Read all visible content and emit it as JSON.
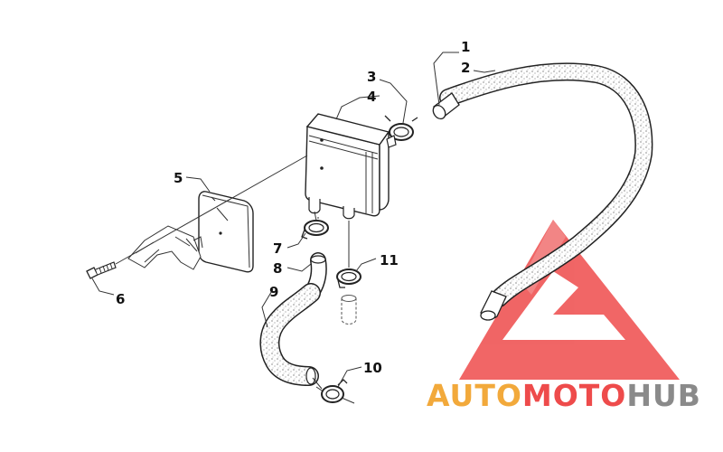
{
  "callouts": {
    "c1": "1",
    "c2": "2",
    "c3": "3",
    "c4": "4",
    "c5": "5",
    "c6": "6",
    "c7": "7",
    "c8": "8",
    "c9": "9",
    "c10": "10",
    "c11": "11"
  },
  "watermark": {
    "auto": "AUTO",
    "moto": "MOTO",
    "hub": "HUB"
  },
  "colors": {
    "watermark_red": "#ee4b4b",
    "watermark_orange": "#f2a93b",
    "watermark_gray": "#8a8a8a",
    "line": "#222222"
  }
}
